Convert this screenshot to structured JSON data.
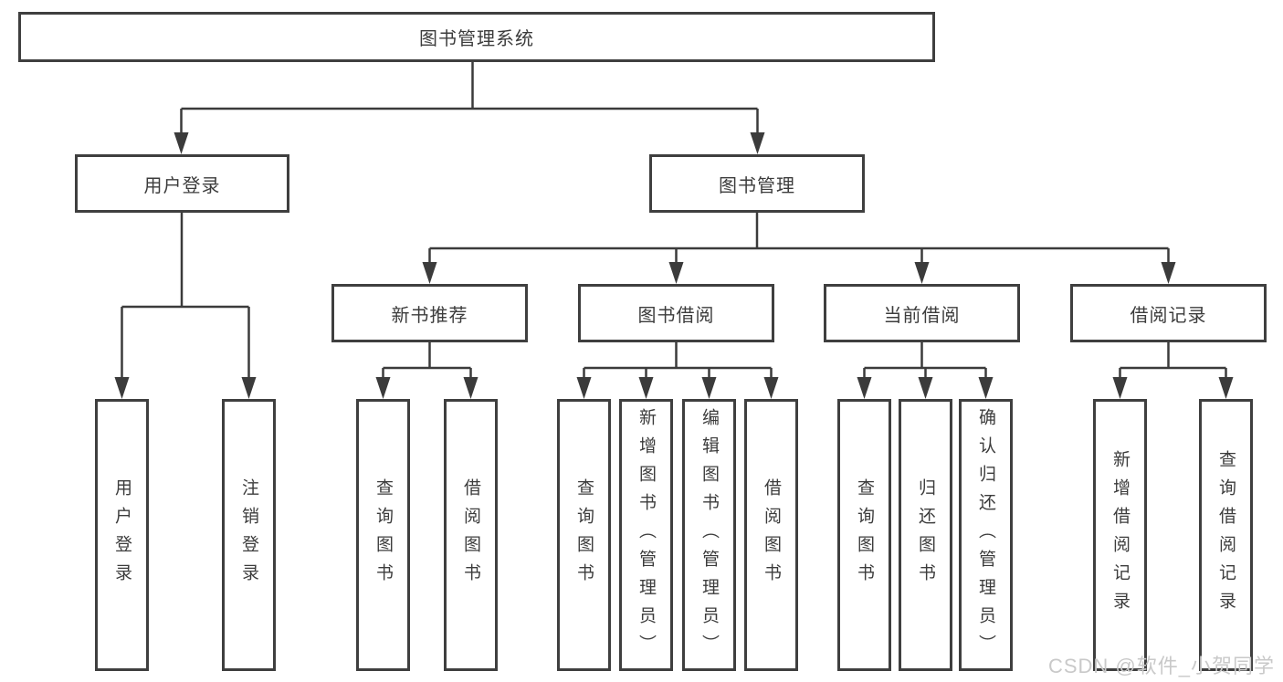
{
  "diagram": {
    "title": "图书管理系统",
    "root": {
      "label": "图书管理系统"
    },
    "level2": [
      {
        "label": "用户登录"
      },
      {
        "label": "图书管理"
      }
    ],
    "level3": [
      {
        "label": "新书推荐",
        "parent": "图书管理"
      },
      {
        "label": "图书借阅",
        "parent": "图书管理"
      },
      {
        "label": "当前借阅",
        "parent": "图书管理"
      },
      {
        "label": "借阅记录",
        "parent": "图书管理"
      }
    ],
    "leaves": [
      {
        "label": "用户登录",
        "parent": "用户登录"
      },
      {
        "label": "注销登录",
        "parent": "用户登录"
      },
      {
        "label": "查询图书",
        "parent": "新书推荐"
      },
      {
        "label": "借阅图书",
        "parent": "新书推荐"
      },
      {
        "label": "查询图书",
        "parent": "图书借阅"
      },
      {
        "label": "新增图书（管理员）",
        "parent": "图书借阅"
      },
      {
        "label": "编辑图书（管理员）",
        "parent": "图书借阅"
      },
      {
        "label": "借阅图书",
        "parent": "图书借阅"
      },
      {
        "label": "查询图书",
        "parent": "当前借阅"
      },
      {
        "label": "归还图书",
        "parent": "当前借阅"
      },
      {
        "label": "确认归还（管理员）",
        "parent": "当前借阅"
      },
      {
        "label": "新增借阅记录",
        "parent": "借阅记录"
      },
      {
        "label": "查询借阅记录",
        "parent": "借阅记录"
      }
    ],
    "colors": {
      "line": "#3b3b3b",
      "box_border": "#3f3f3f",
      "text": "#3c3c3c",
      "background": "#ffffff",
      "watermark": "#c9c9c9"
    }
  },
  "watermark": {
    "text": "CSDN @软件_小贺同学"
  }
}
